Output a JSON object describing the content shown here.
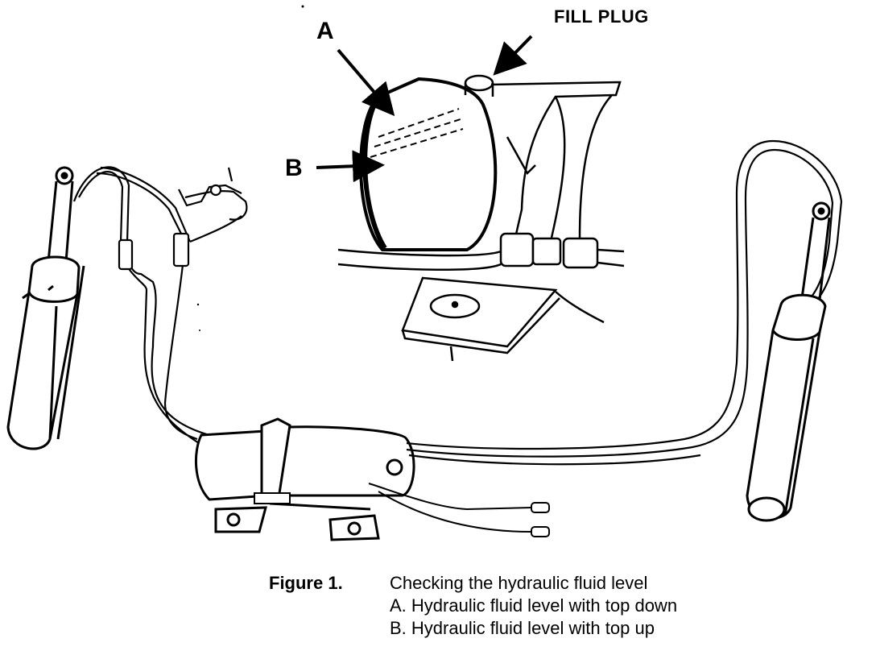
{
  "callouts": {
    "fill_plug": "FILL PLUG",
    "a": "A",
    "b": "B"
  },
  "caption": {
    "figure": "Figure 1.",
    "title": "Checking the hydraulic fluid level",
    "item_a": "A.  Hydraulic fluid level with top down",
    "item_b": "B.  Hydraulic fluid level with top up"
  }
}
